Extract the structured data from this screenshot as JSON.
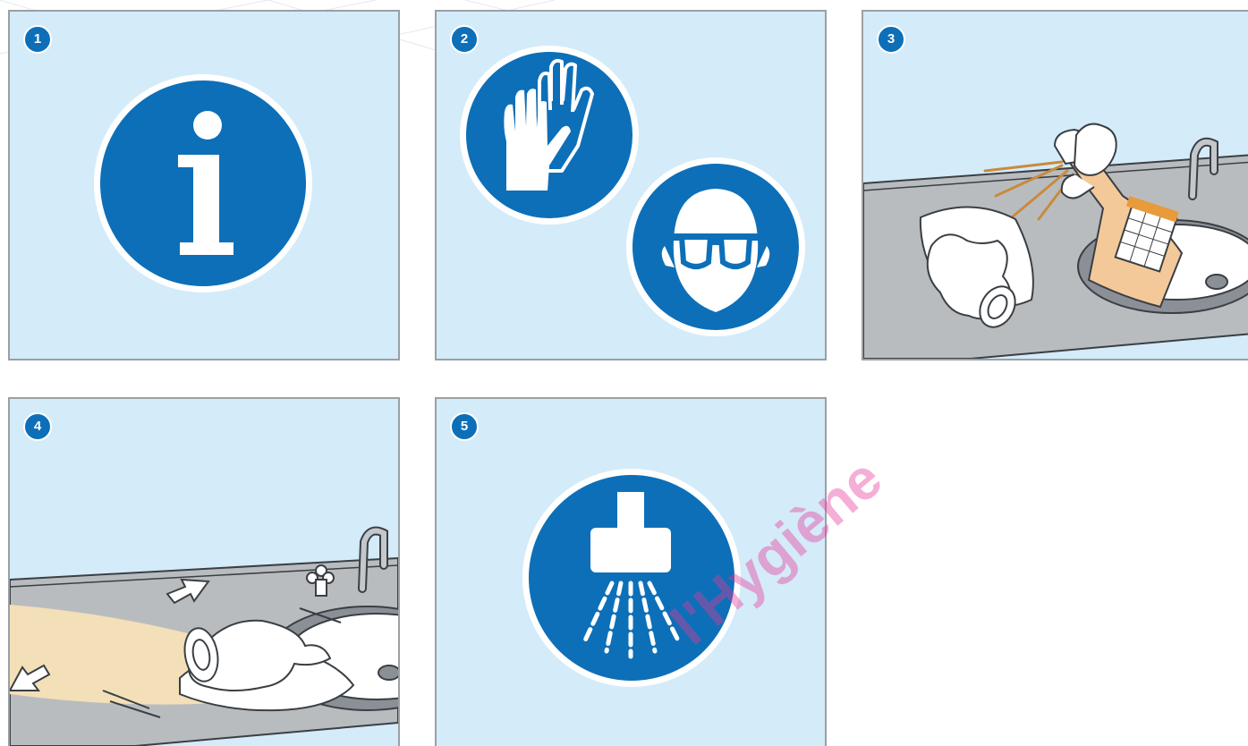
{
  "steps": [
    {
      "number": "1",
      "icon": "information-icon"
    },
    {
      "number": "2",
      "icon": "gloves-and-goggles-icon"
    },
    {
      "number": "3",
      "icon": "spray-bottle-on-cloth-icon"
    },
    {
      "number": "4",
      "icon": "wipe-surface-icon"
    },
    {
      "number": "5",
      "icon": "rinse-shower-icon"
    }
  ],
  "watermark": {
    "text": "l'Hygiène"
  },
  "colors": {
    "panel_bg": "#d4ebf9",
    "panel_border": "#9aa0a4",
    "safety_blue": "#0d6fb8",
    "counter_gray": "#b9bcbf",
    "watermark_pink": "#e8389a",
    "wipe_highlight": "#f3dfb8"
  }
}
